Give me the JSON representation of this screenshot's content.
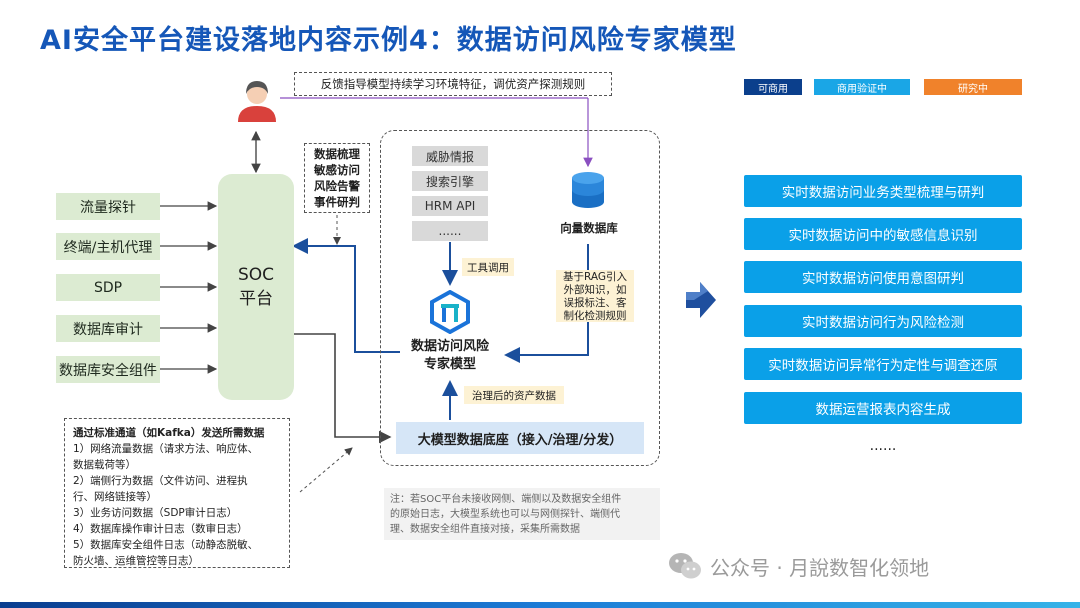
{
  "title": "AI安全平台建设落地内容示例4：数据访问风险专家模型",
  "feedback_note": "反馈指导模型持续学习环境特征，调优资产探测规则",
  "legend": [
    {
      "label": "可商用",
      "color": "#0b3f8c"
    },
    {
      "label": "商用验证中",
      "color": "#1aa6e6"
    },
    {
      "label": "研究中",
      "color": "#f0822b"
    }
  ],
  "sources": [
    "流量探针",
    "终端/主机代理",
    "SDP",
    "数据库审计",
    "数据库安全组件"
  ],
  "soc": {
    "line1": "SOC",
    "line2": "平台"
  },
  "soc_tasks": [
    "数据梳理",
    "敏感访问",
    "风险告警",
    "事件研判"
  ],
  "tools": [
    "威胁情报",
    "搜索引擎",
    "HRM API",
    "......"
  ],
  "tool_call_label": "工具调用",
  "vector_db_label": "向量数据库",
  "rag_note": [
    "基于RAG引入",
    "外部知识，如",
    "误报标注、客",
    "制化检测规则"
  ],
  "model_label": [
    "数据访问风险",
    "专家模型"
  ],
  "governed_label": "治理后的资产数据",
  "base_label": "大模型数据底座（接入/治理/分发）",
  "channel_note": {
    "title": "通过标准通道（如Kafka）发送所需数据",
    "lines": [
      "1）网络流量数据（请求方法、响应体、",
      "数据载荷等）",
      "2）端侧行为数据（文件访问、进程执",
      "行、网络链接等）",
      "3）业务访问数据（SDP审计日志）",
      "4）数据库操作审计日志（数审日志）",
      "5）数据库安全组件日志（动静态脱敏、",
      "防火墙、运维管控等日志）"
    ]
  },
  "footnote": [
    "注：若SOC平台未接收网侧、端侧以及数据安全组件",
    "的原始日志，大模型系统也可以与网侧探针、端侧代",
    "理、数据安全组件直接对接，采集所需数据"
  ],
  "capabilities": [
    "实时数据访问业务类型梳理与研判",
    "实时数据访问中的敏感信息识别",
    "实时数据访问使用意图研判",
    "实时数据访问行为风险检测",
    "实时数据访问异常行为定性与调查还原",
    "数据运营报表内容生成"
  ],
  "more": "......",
  "watermark": "公众号 · 月說数智化领地"
}
